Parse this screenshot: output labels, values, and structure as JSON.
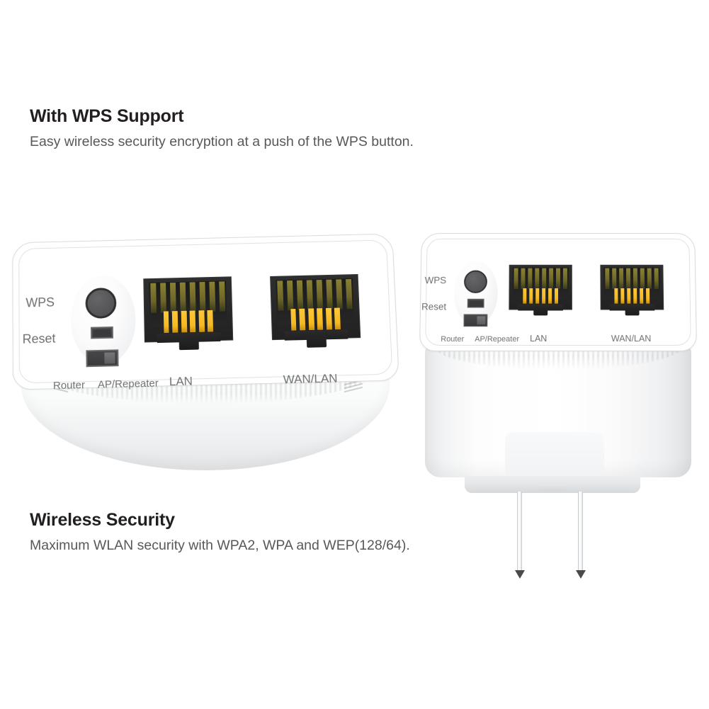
{
  "features": [
    {
      "id": "wps-support",
      "title": "With WPS Support",
      "description": "Easy wireless security encryption at a push of the WPS button."
    },
    {
      "id": "wireless-security",
      "title": "Wireless Security",
      "description": "Maximum WLAN security with WPA2, WPA and WEP(128/64)."
    }
  ],
  "device": {
    "controls": {
      "wps_label": "WPS",
      "reset_label": "Reset",
      "mode_router_label": "Router",
      "mode_ap_label": "AP/Repeater"
    },
    "ports": {
      "lan_label": "LAN",
      "wan_lan_label": "WAN/LAN"
    }
  },
  "colors": {
    "background": "#ffffff",
    "heading_text": "#231f20",
    "body_text": "#58585a",
    "device_label_text": "#6e7072",
    "device_shell": "#ffffff",
    "port_housing": "#272727",
    "port_pin_gold": "#f5b81f",
    "port_pin_olive": "#6d6628",
    "button_dark": "#4c4c4e"
  }
}
